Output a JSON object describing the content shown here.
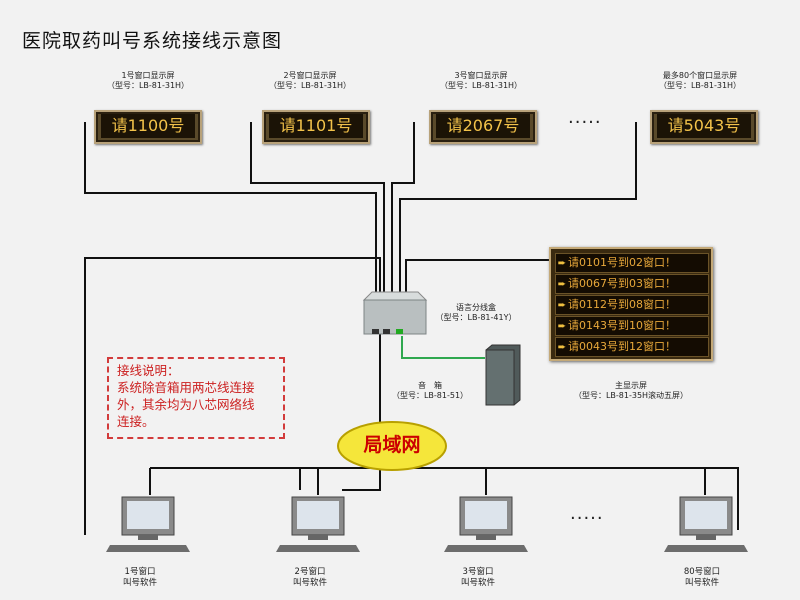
{
  "title": "医院取药叫号系统接线示意图",
  "window_displays": [
    {
      "caption1": "1号窗口显示屏",
      "caption2": "（型号：LB-81-31H）",
      "text": "请1100号"
    },
    {
      "caption1": "2号窗口显示屏",
      "caption2": "（型号：LB-81-31H）",
      "text": "请1101号"
    },
    {
      "caption1": "3号窗口显示屏",
      "caption2": "（型号：LB-81-31H）",
      "text": "请2067号"
    },
    {
      "caption1": "最多80个窗口显示屏",
      "caption2": "（型号：LB-81-31H）",
      "text": "请5043号"
    }
  ],
  "ellipsis_top": "·····",
  "ellipsis_bottom": "·····",
  "splitter": {
    "caption1": "语言分线盒",
    "caption2": "（型号：LB-81-41Y）"
  },
  "speaker": {
    "caption1": "音　箱",
    "caption2": "（型号：LB-81-51）"
  },
  "main_display": {
    "rows": [
      "请0101号到02窗口！",
      "请0067号到03窗口！",
      "请0112号到08窗口！",
      "请0143号到10窗口！",
      "请0043号到12窗口！"
    ],
    "caption1": "主显示屏",
    "caption2": "（型号：LB-81-35H滚动五屏）"
  },
  "notes": {
    "heading": "接线说明：",
    "line1": "系统除音箱用两芯线连接",
    "line2": "外，其余均为八芯网络线",
    "line3": "连接。"
  },
  "lan_label": "局域网",
  "computers": [
    {
      "caption1": "1号窗口",
      "caption2": "叫号软件"
    },
    {
      "caption1": "2号窗口",
      "caption2": "叫号软件"
    },
    {
      "caption1": "3号窗口",
      "caption2": "叫号软件"
    },
    {
      "caption1": "80号窗口",
      "caption2": "叫号软件"
    }
  ],
  "colors": {
    "wire": "#111111",
    "speaker_wire": "#2fa84f",
    "led_text": "#f2c24a",
    "lan_fill": "#f5e63a",
    "note_border": "#d23b3b",
    "note_text": "#cc2020"
  }
}
